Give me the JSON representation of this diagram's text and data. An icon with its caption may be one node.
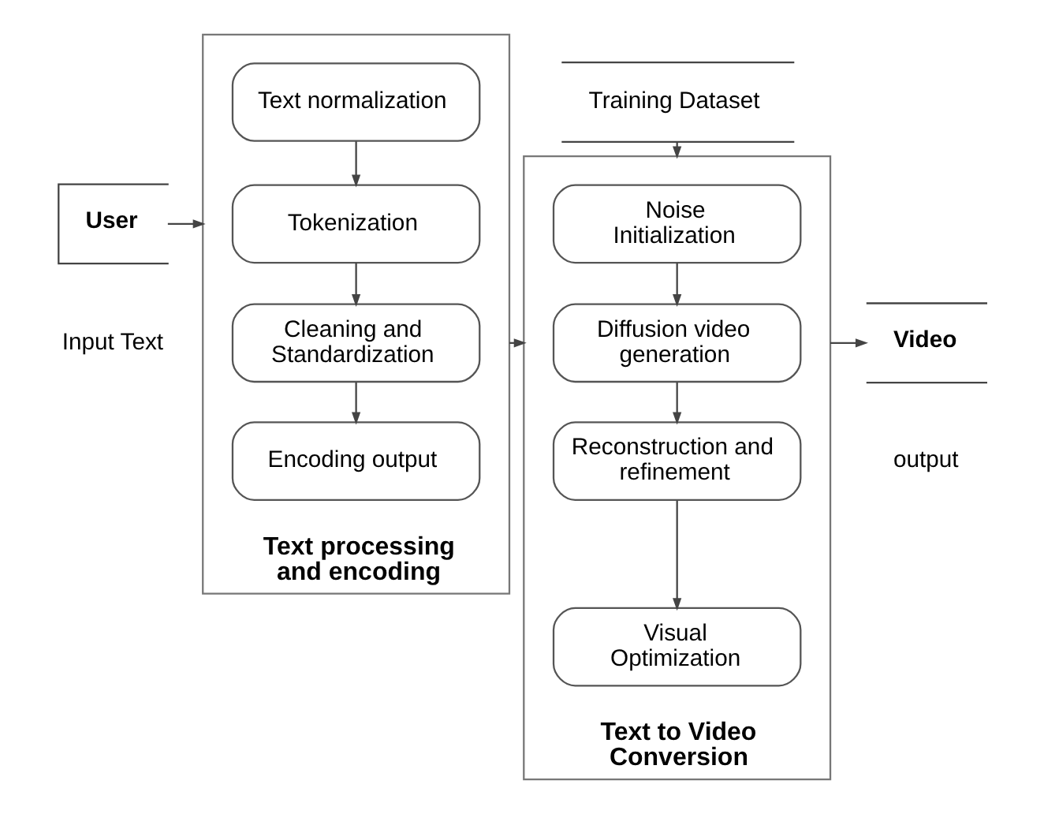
{
  "diagram": {
    "nodes": [
      {
        "text": [
          "User"
        ],
        "beside": [
          "Input Text"
        ]
      },
      {
        "text": [
          "Text processing and encoding"
        ]
      },
      {
        "text": [
          "Text normalization"
        ],
        "in": 1
      },
      {
        "text": [
          "Tokenization"
        ],
        "in": 1
      },
      {
        "text": [
          "Cleaning and Standardization"
        ],
        "in": 1
      },
      {
        "text": [
          "Encoding output"
        ],
        "in": 1
      },
      {
        "text": [
          "Training Dataset"
        ]
      },
      {
        "text": [
          "Text to Video Conversion"
        ]
      },
      {
        "text": [
          "Noise Initialization"
        ],
        "in": 7
      },
      {
        "text": [
          "Diffusion video generation"
        ],
        "in": 7
      },
      {
        "text": [
          "Reconstruction and refinement"
        ],
        "in": 7
      },
      {
        "text": [
          "Visual Optimization"
        ],
        "in": 7
      },
      {
        "text": [
          "Video"
        ],
        "beside": [
          "output"
        ]
      }
    ],
    "edges": [
      {
        "from": 0,
        "to": 1,
        "arrow": "to"
      },
      {
        "from": 2,
        "to": 3,
        "arrow": "to"
      },
      {
        "from": 3,
        "to": 4,
        "arrow": "to"
      },
      {
        "from": 4,
        "to": 5,
        "arrow": "to"
      },
      {
        "from": 1,
        "to": 7,
        "arrow": "to"
      },
      {
        "from": 6,
        "to": 7,
        "arrow": "to"
      },
      {
        "from": 8,
        "to": 9,
        "arrow": "to"
      },
      {
        "from": 9,
        "to": 10,
        "arrow": "to"
      },
      {
        "from": 10,
        "to": 11,
        "arrow": "to"
      },
      {
        "from": 7,
        "to": 12,
        "arrow": "to"
      }
    ]
  }
}
